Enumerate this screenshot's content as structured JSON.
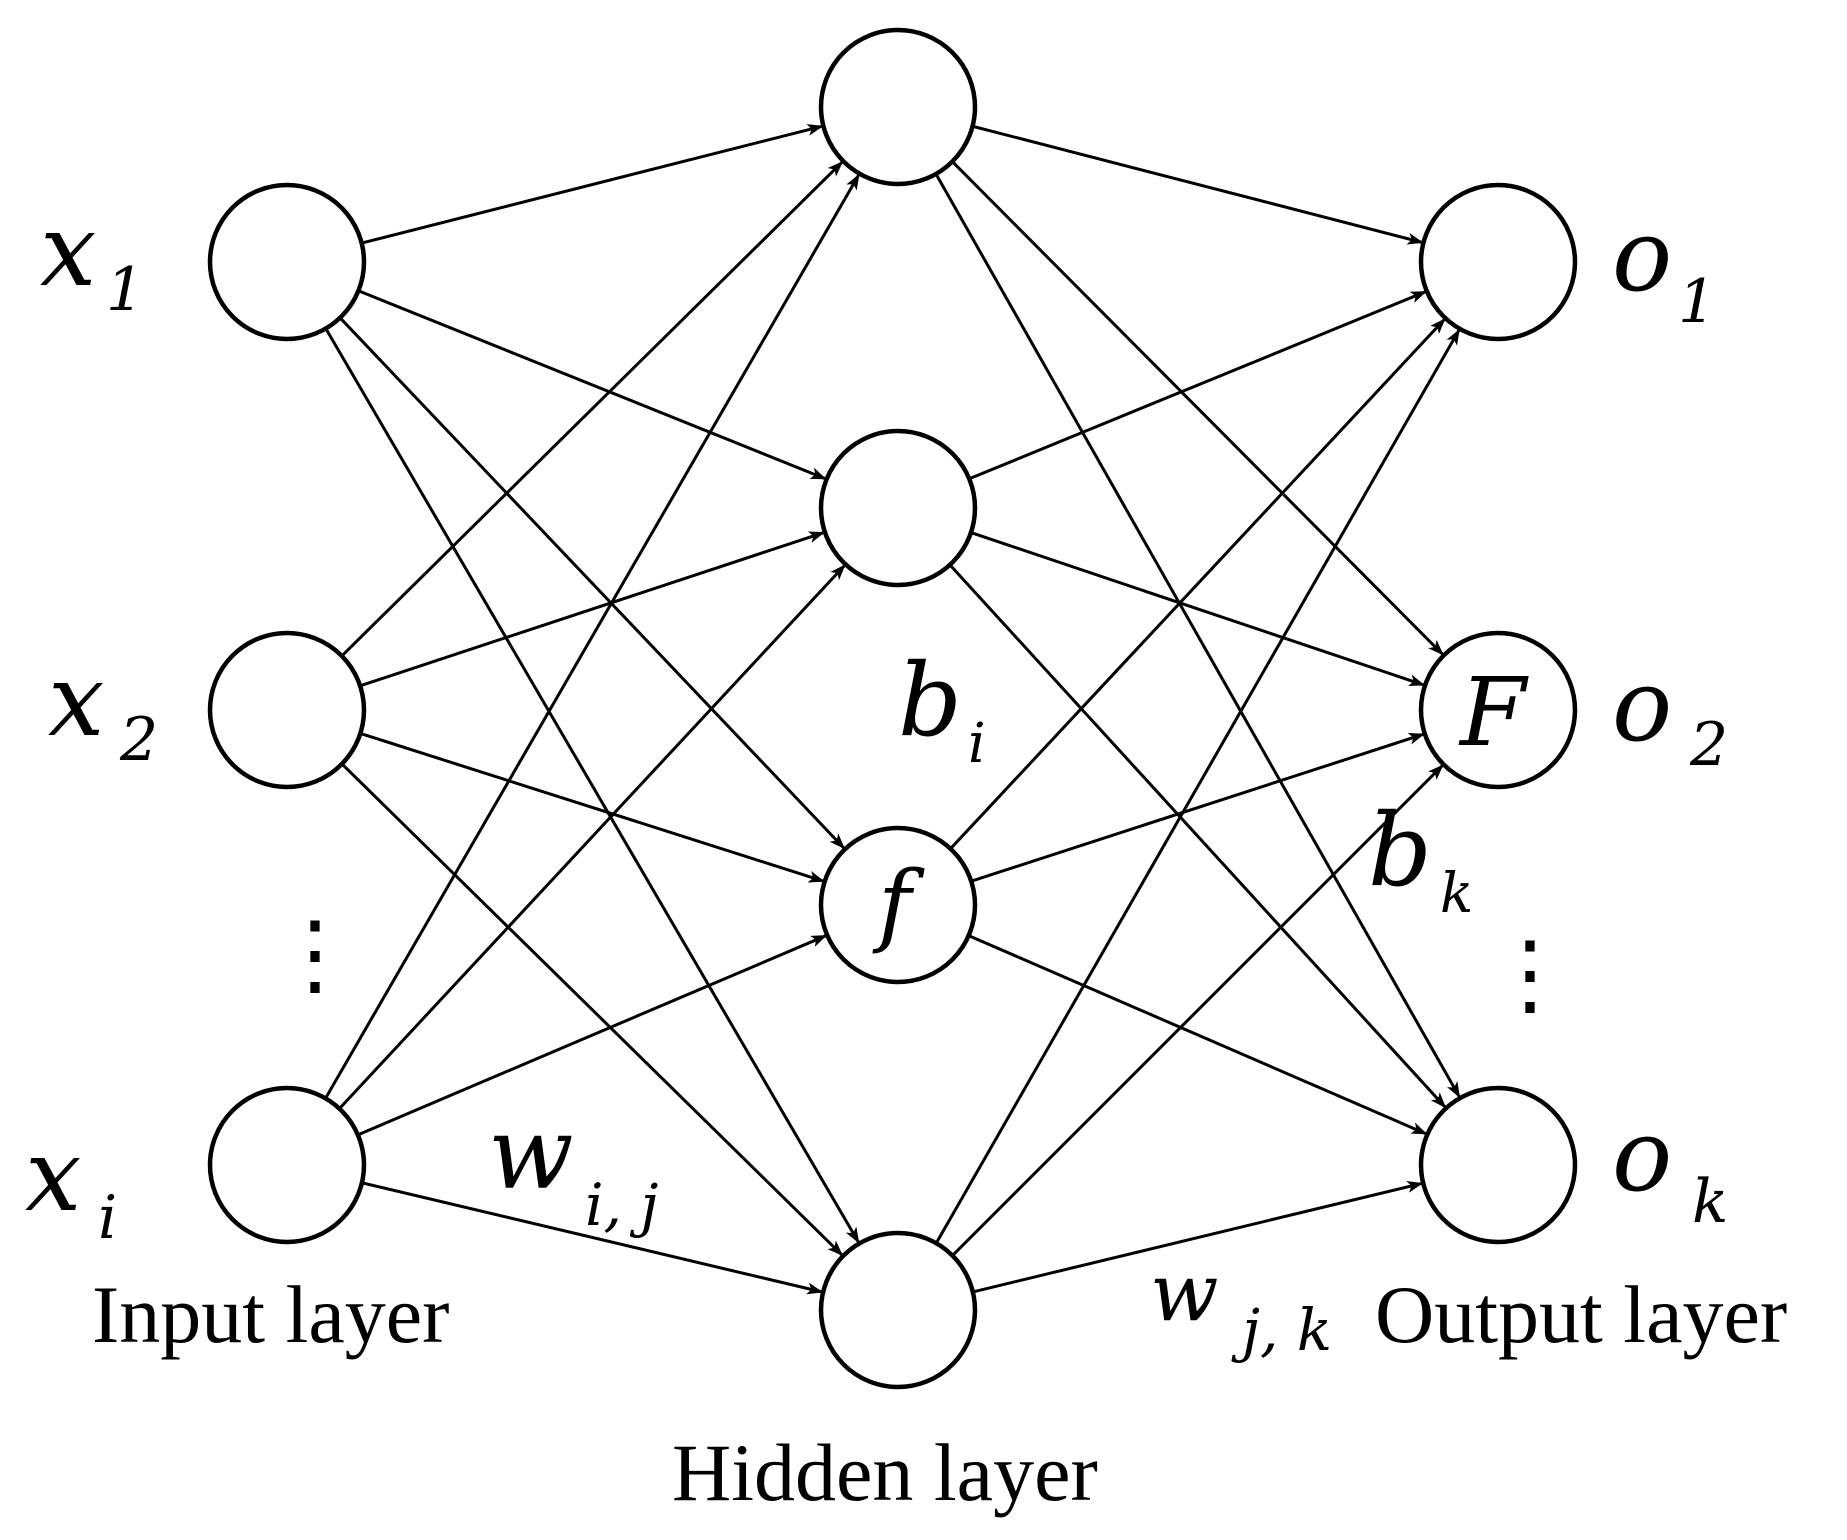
{
  "layers": {
    "input": {
      "caption": "Input layer"
    },
    "hidden": {
      "caption": "Hidden layer"
    },
    "output": {
      "caption": "Output layer"
    }
  },
  "input_labels": [
    {
      "base": "x",
      "sub": "1"
    },
    {
      "base": "x",
      "sub": "2"
    },
    {
      "base": "x",
      "sub": "i"
    }
  ],
  "output_labels": [
    {
      "base": "o",
      "sub": "1"
    },
    {
      "base": "o",
      "sub": "2"
    },
    {
      "base": "o",
      "sub": "k"
    }
  ],
  "node_text": {
    "hidden_activation": "f",
    "output_activation": "F"
  },
  "bias_labels": {
    "hidden": {
      "base": "b",
      "sub": "i"
    },
    "output": {
      "base": "b",
      "sub": "k"
    }
  },
  "weight_labels": {
    "input_hidden": {
      "base": "w",
      "sub": "i, j"
    },
    "hidden_output": {
      "base": "w",
      "sub": "j, k"
    }
  },
  "ellipsis": "⋮"
}
